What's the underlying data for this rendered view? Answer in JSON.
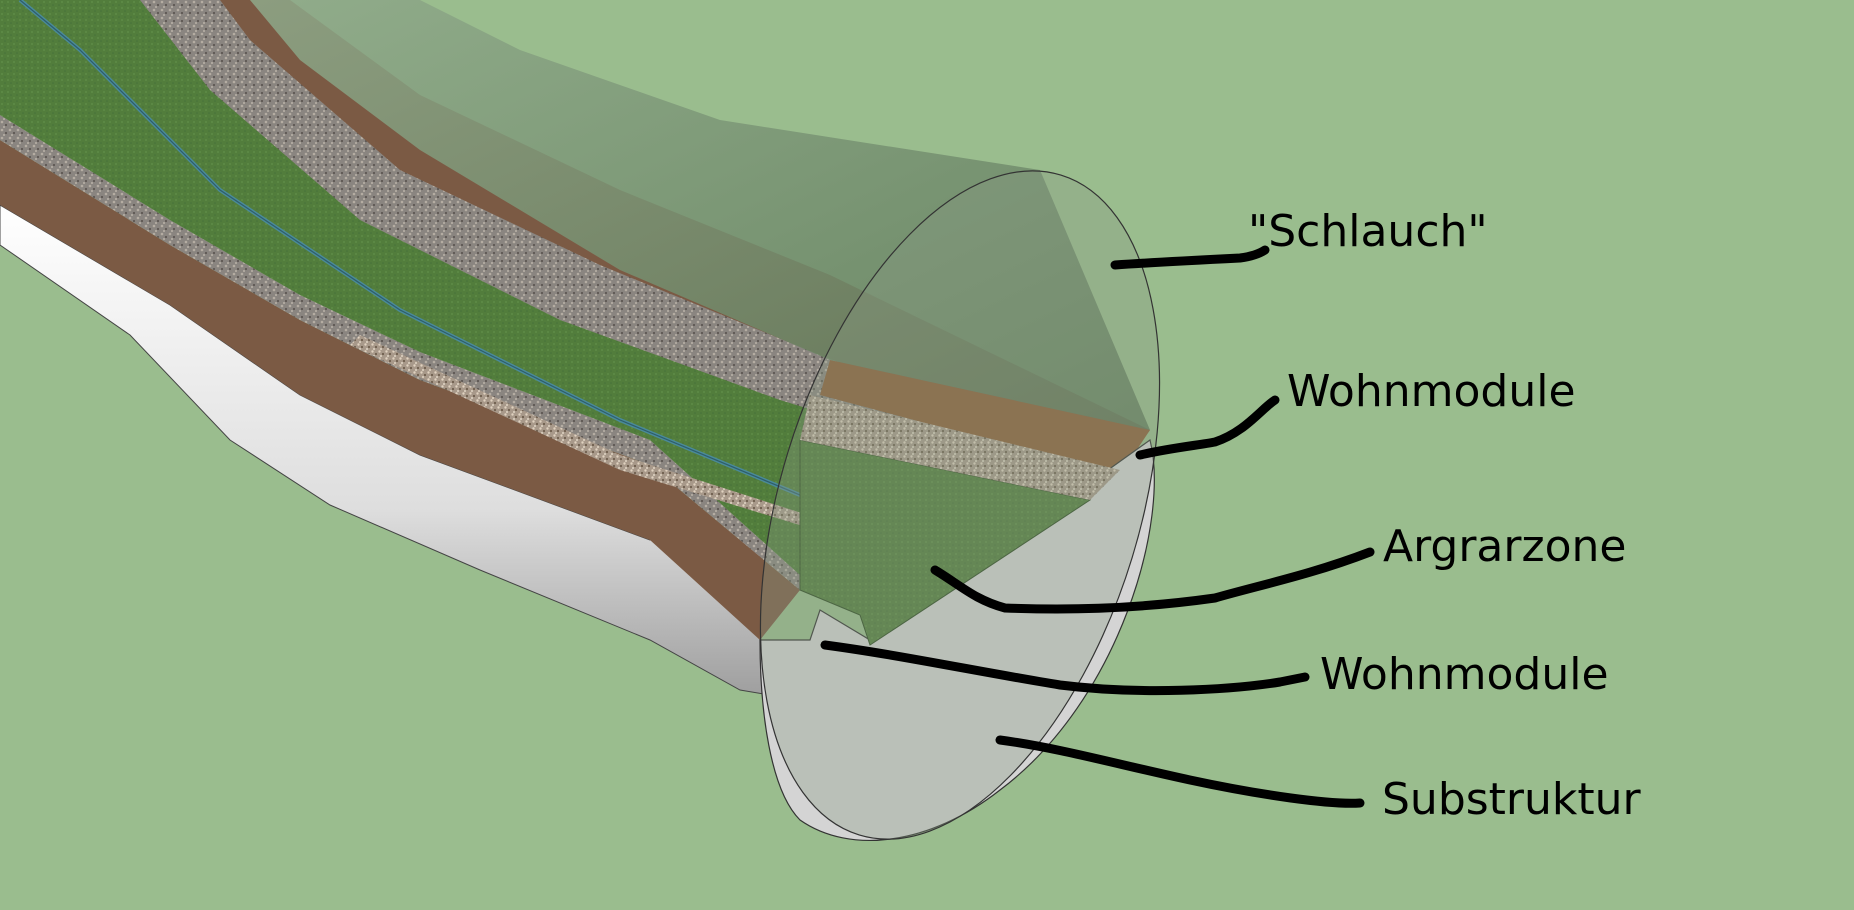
{
  "labels": {
    "schlauch": "\"Schlauch\"",
    "wohnmodule_top": "Wohnmodule",
    "agrarzone": "Argrarzone",
    "wohnmodule_bottom": "Wohnmodule",
    "substruktur": "Substruktur"
  },
  "colors": {
    "background": "#9abd8e",
    "substructure": "#d4d4d4",
    "tube_shell": "#7f9a7a",
    "soil_brown": "#7b5a44",
    "gravel": "#8a8580",
    "grass": "#527d3c",
    "water": "#4a8a9a",
    "leader_line": "#000000"
  }
}
